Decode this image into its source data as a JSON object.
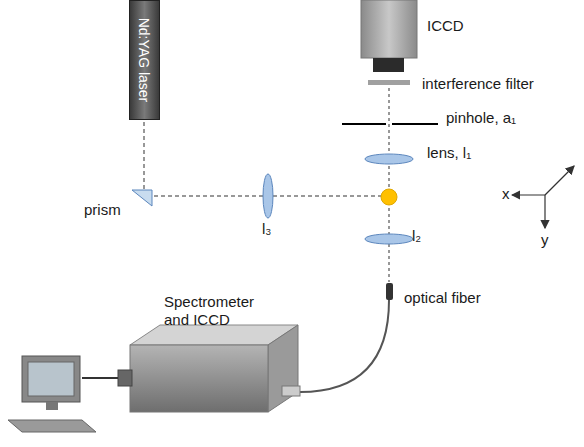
{
  "diagram": {
    "nodes": [
      {
        "text": [
          "ICCD"
        ]
      },
      {
        "text": [
          "Nd:YAG laser"
        ]
      },
      {
        "text": [
          "Spectrometer and ICCD"
        ]
      }
    ],
    "labels": [
      "interference filter",
      "pinhole, a₁",
      "lens, l₁",
      "prism",
      "l₃",
      "l₂",
      "optical fiber",
      "x",
      "y"
    ]
  }
}
